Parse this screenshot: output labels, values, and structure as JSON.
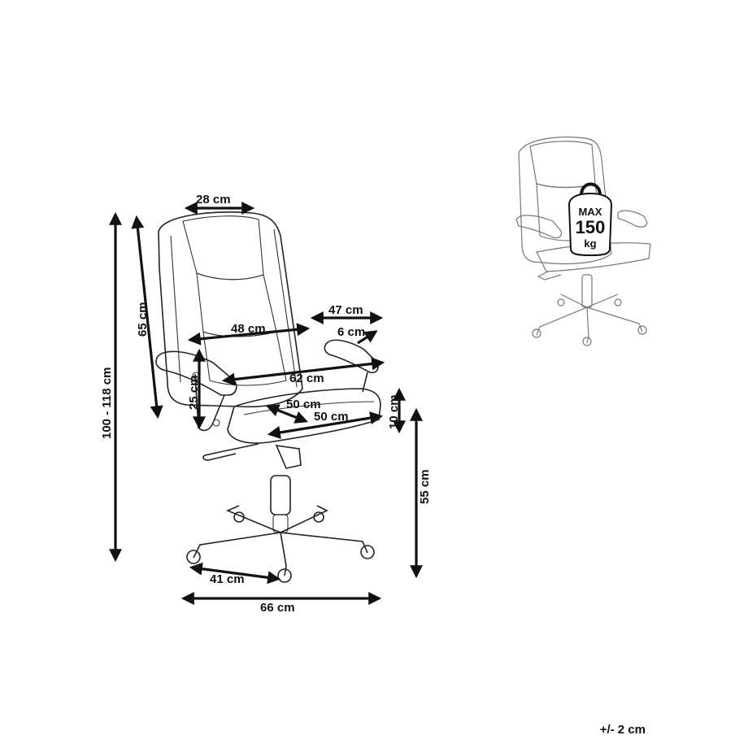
{
  "dimensions": {
    "headrest_width": "28 cm",
    "backrest_height": "65 cm",
    "total_height": "100 - 118 cm",
    "backrest_width": "48 cm",
    "armrest_length": "47 cm",
    "armrest_width": "6 cm",
    "armrest_span": "62 cm",
    "armrest_height": "25 cm",
    "seat_width": "50 cm",
    "seat_depth": "50 cm",
    "seat_thickness": "10 cm",
    "seat_height": "55 cm",
    "base_leg": "41 cm",
    "base_width": "66 cm"
  },
  "badge": {
    "line1": "MAX",
    "line2": "150",
    "line3": "kg"
  },
  "tolerance": "+/- 2 cm"
}
